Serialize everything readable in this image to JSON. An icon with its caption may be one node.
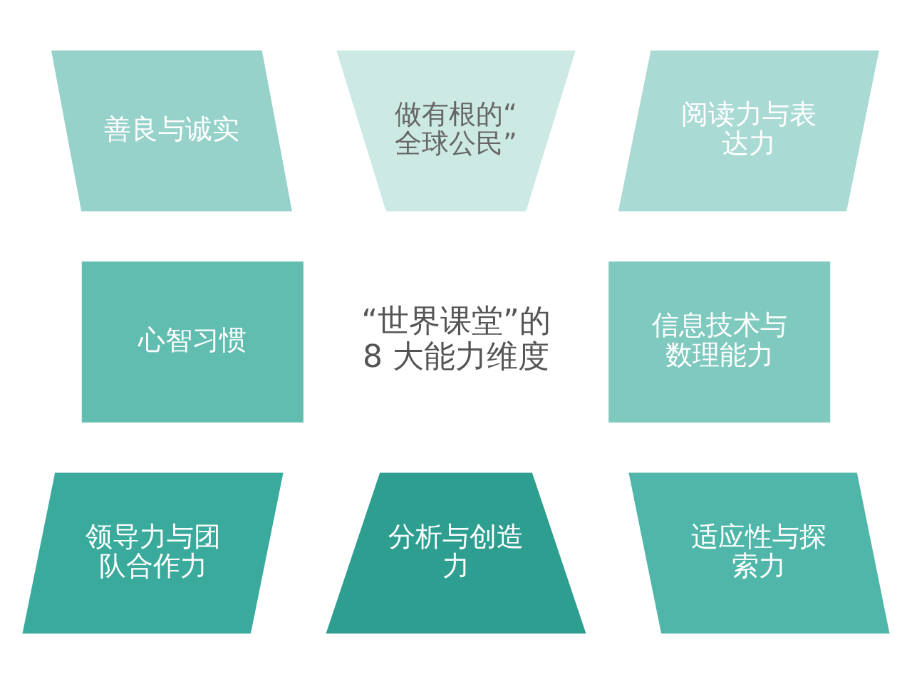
{
  "diagram": {
    "nodes": [
      {
        "text": [
          "做有根的“全球公民”"
        ]
      },
      {
        "text": [
          "阅读力与表达力"
        ]
      },
      {
        "text": [
          "信息技术与数理能力"
        ]
      },
      {
        "text": [
          "适应性与探索力"
        ]
      },
      {
        "text": [
          "分析与创造力"
        ]
      },
      {
        "text": [
          "领导力与团队合作力"
        ]
      },
      {
        "text": [
          "心智习惯"
        ]
      },
      {
        "text": [
          "善良与诚实"
        ]
      }
    ],
    "edges": [],
    "labels": [
      "“世界课堂”的",
      "8 大能力维度"
    ]
  }
}
